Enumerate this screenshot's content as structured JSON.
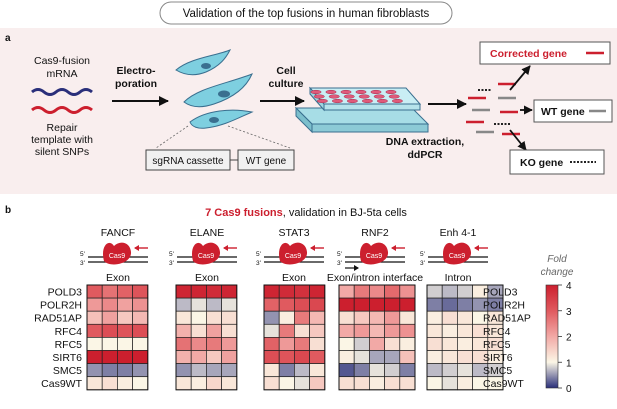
{
  "title": "Validation of the  top fusions in human fibroblasts",
  "panel_a": {
    "label": "a",
    "mrna_label": [
      "Cas9-fusion",
      "mRNA"
    ],
    "repair_label": [
      "Repair",
      "template with",
      "silent SNPs"
    ],
    "electroporation": [
      "Electro-",
      "poration"
    ],
    "sgrna": "sgRNA cassette",
    "wt_gene_box": "WT gene",
    "culture": [
      "Cell",
      "culture"
    ],
    "extraction": [
      "DNA extraction,",
      "ddPCR"
    ],
    "corrected": "Corrected gene",
    "wt_out": "WT gene",
    "ko_out": "KO gene",
    "colors": {
      "panel_bg": "#f9eeee",
      "red": "#cc1f2e",
      "navy": "#2a2f7a",
      "cyan": "#7ecfe0"
    }
  },
  "panel_b": {
    "label": "b",
    "heading_red": "7 Cas9 fusions",
    "heading_rest": ", validation in BJ-5ta cells",
    "genes": [
      "FANCF",
      "ELANE",
      "STAT3",
      "RNF2",
      "Enh 4-1"
    ],
    "regions": [
      "Exon",
      "Exon",
      "Exon",
      "Exon/intron interface",
      "Intron"
    ],
    "cas9": "Cas9",
    "five": "5'",
    "three": "3'",
    "rows": [
      "POLD3",
      "POLR2H",
      "RAD51AP",
      "RFC4",
      "RFC5",
      "SIRT6",
      "SMC5",
      "Cas9WT"
    ],
    "legend": {
      "title": [
        "Fold",
        "change"
      ],
      "ticks": [
        "4",
        "3",
        "2",
        "1",
        "0"
      ],
      "min": 0,
      "max": 4
    },
    "heatmaps": [
      [
        [
          3.0,
          2.7,
          2.9,
          3.1
        ],
        [
          2.2,
          2.4,
          2.1,
          2.3
        ],
        [
          1.7,
          2.1,
          1.6,
          1.8
        ],
        [
          3.0,
          3.2,
          3.1,
          3.2
        ],
        [
          1.0,
          1.0,
          1.0,
          1.0
        ],
        [
          4.0,
          4.0,
          4.0,
          4.0
        ],
        [
          0.5,
          0.4,
          0.4,
          0.5
        ],
        [
          1.2,
          1.3,
          1.1,
          1.0
        ]
      ],
      [
        [
          3.9,
          3.9,
          3.8,
          3.9
        ],
        [
          0.7,
          0.9,
          0.7,
          0.9
        ],
        [
          1.2,
          1.0,
          1.3,
          1.3
        ],
        [
          1.9,
          1.3,
          2.1,
          1.3
        ],
        [
          2.7,
          2.4,
          2.6,
          2.2
        ],
        [
          1.9,
          2.0,
          1.6,
          2.1
        ],
        [
          0.5,
          0.7,
          0.6,
          0.6
        ],
        [
          1.2,
          1.1,
          1.4,
          1.2
        ]
      ],
      [
        [
          3.9,
          3.8,
          3.7,
          3.9
        ],
        [
          2.9,
          3.0,
          3.2,
          3.3
        ],
        [
          0.5,
          1.1,
          2.6,
          1.8
        ],
        [
          0.9,
          2.6,
          1.3,
          1.6
        ],
        [
          2.9,
          2.2,
          2.6,
          1.3
        ],
        [
          3.2,
          3.1,
          3.3,
          3.0
        ],
        [
          1.2,
          0.4,
          0.7,
          1.2
        ],
        [
          1.3,
          1.0,
          0.9,
          1.6
        ]
      ],
      [
        [
          2.0,
          2.6,
          2.4,
          2.8,
          2.3
        ],
        [
          4.0,
          4.0,
          4.0,
          4.0,
          4.0
        ],
        [
          1.3,
          1.6,
          1.8,
          2.2,
          1.2
        ],
        [
          2.0,
          2.2,
          1.8,
          2.2,
          2.3
        ],
        [
          1.0,
          0.8,
          2.0,
          1.3,
          1.1
        ],
        [
          1.1,
          0.9,
          0.6,
          0.6,
          1.7
        ],
        [
          0.2,
          0.4,
          0.9,
          0.8,
          0.4
        ],
        [
          1.3,
          1.3,
          1.1,
          1.3,
          1.3
        ]
      ],
      [
        [
          0.8,
          0.7,
          0.8,
          1.1,
          0.6
        ],
        [
          0.4,
          0.3,
          0.4,
          0.5,
          0.4
        ],
        [
          1.1,
          1.3,
          1.2,
          1.0,
          1.2
        ],
        [
          1.2,
          1.1,
          1.2,
          1.3,
          1.2
        ],
        [
          1.3,
          1.2,
          1.1,
          1.2,
          1.3
        ],
        [
          1.1,
          1.2,
          1.3,
          1.3,
          1.1
        ],
        [
          0.7,
          0.8,
          0.9,
          0.7,
          0.8
        ],
        [
          1.0,
          0.9,
          1.1,
          1.0,
          1.0
        ]
      ]
    ]
  }
}
